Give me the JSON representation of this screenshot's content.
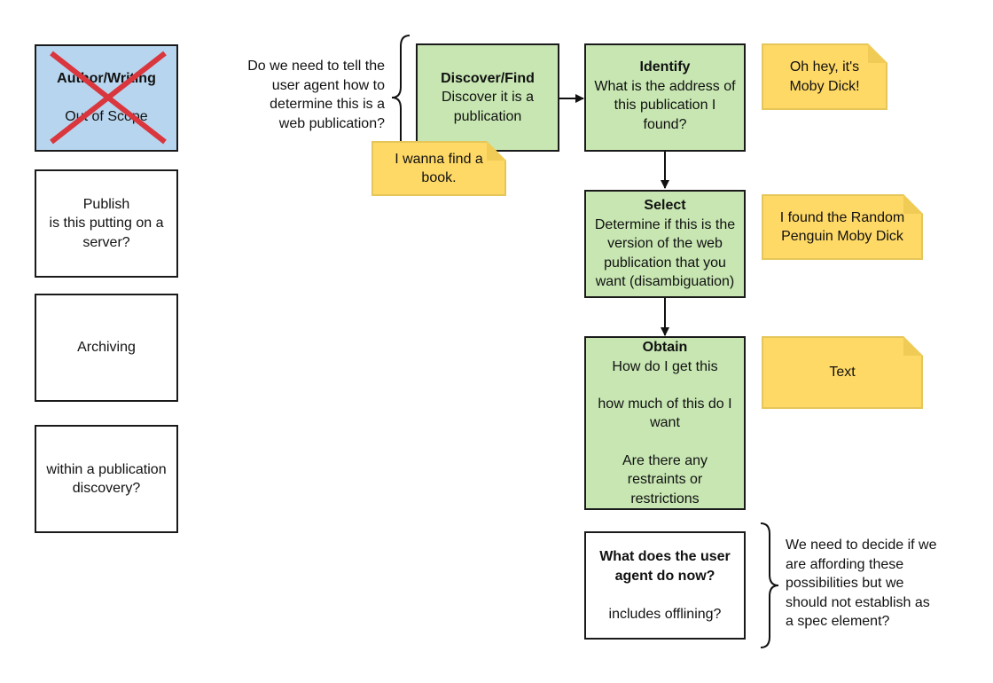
{
  "left_column": {
    "author": {
      "title": "Author/Writing",
      "subtitle": "Out of Scope"
    },
    "publish": {
      "line1": "Publish",
      "line2": "is this putting on a",
      "line3": "server?"
    },
    "archiving": {
      "label": "Archiving"
    },
    "within": {
      "line1": "within a publication",
      "line2": "discovery?"
    }
  },
  "question_left": {
    "line1": "Do we need to tell the",
    "line2": "user agent how to",
    "line3": "determine this is a",
    "line4": "web publication?"
  },
  "flow": {
    "discover": {
      "title": "Discover/Find",
      "line1": "Discover it is a",
      "line2": "publication"
    },
    "identify": {
      "title": "Identify",
      "line1": "What is the address of",
      "line2": "this publication I",
      "line3": "found?"
    },
    "select": {
      "title": "Select",
      "line1": "Determine if this is the",
      "line2": "version of the web",
      "line3": "publication that you",
      "line4": "want (disambiguation)"
    },
    "obtain": {
      "title": "Obtain",
      "line1": "How do I get this",
      "line2": "how much of this do I",
      "line3": "want",
      "line4": "Are there any",
      "line5": "restraints or",
      "line6": "restrictions"
    },
    "useragent": {
      "title1": "What does the user",
      "title2": "agent do now?",
      "line1": "includes offlining?"
    }
  },
  "notes": {
    "find_book": {
      "line1": "I wanna find a",
      "line2": "book."
    },
    "moby": {
      "line1": "Oh hey, it's",
      "line2": "Moby Dick!"
    },
    "random": {
      "line1": "I found the Random",
      "line2": "Penguin Moby Dick"
    },
    "text": {
      "line1": "Text"
    }
  },
  "question_right": {
    "line1": "We need to decide if we",
    "line2": "are affording these",
    "line3": "possibilities but we",
    "line4": "should not establish as",
    "line5": "a spec element?"
  },
  "colors": {
    "green_box": "#c7e6b2",
    "blue_box": "#b7d5ee",
    "note_yellow": "#ffd966",
    "cross_red": "#d9363e"
  }
}
